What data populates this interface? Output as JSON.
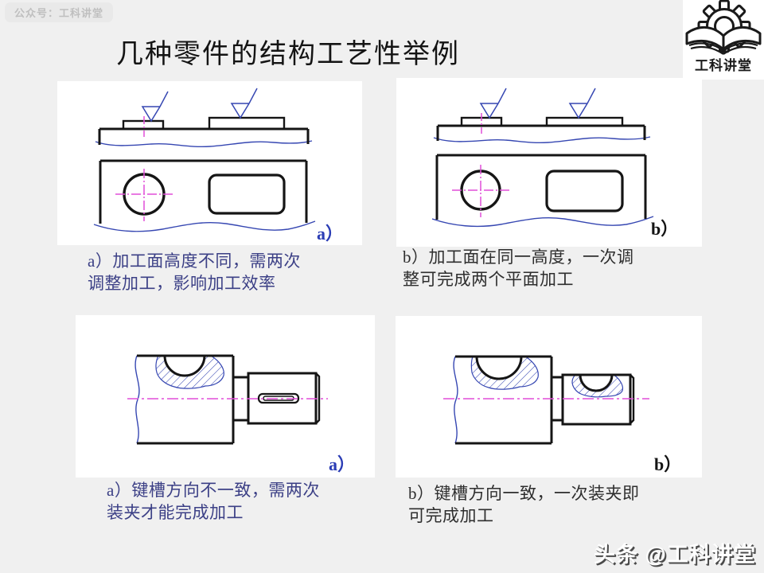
{
  "slide": {
    "badge": "公众号：工科讲堂",
    "title": "几种零件的结构工艺性举例",
    "logo_text": "工科讲堂",
    "watermark": "头条 @工科讲堂"
  },
  "figures": {
    "top_a": {
      "label": "a）"
    },
    "top_b": {
      "label": "b）"
    },
    "bottom_a": {
      "label": "a）"
    },
    "bottom_b": {
      "label": "b）"
    }
  },
  "captions": {
    "top_a": {
      "line1": "a）加工面高度不同，需两次",
      "line2": "调整加工，影响加工效率"
    },
    "top_b": {
      "line1": "b）加工面在同一高度，一次调",
      "line2": "整可完成两个平面加工"
    },
    "bottom_a": {
      "line1": "a）键槽方向不一致，需两次",
      "line2": "装夹才能完成加工"
    },
    "bottom_b": {
      "line1": "b）键槽方向一致，一次装夹即",
      "line2": "可完成加工"
    }
  },
  "icons": {
    "logo_gear": "gear-icon",
    "logo_book": "open-book-icon",
    "surface_finish_symbol": "machining-surface-symbol"
  },
  "colors": {
    "background": "#f0f0f0",
    "panel": "#ffffff",
    "drawing_line": "#151515",
    "annotation_blue": "#3647b2",
    "centerline_magenta": "#e04fd8",
    "caption_blue": "#3c4086",
    "caption_dark": "#2e2e2e",
    "label_blue": "#2b3db5"
  }
}
